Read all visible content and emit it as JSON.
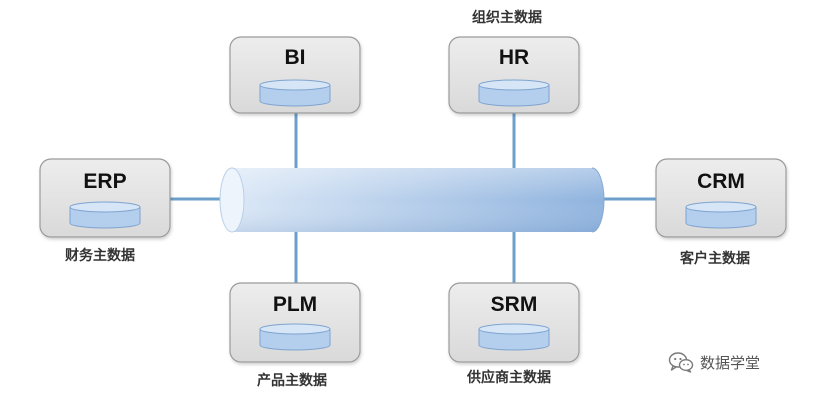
{
  "colors": {
    "connector": "#6c9fcb",
    "box_fill": "#e3e3e3",
    "box_border": "#9b9b9b",
    "bus_light": "#dce9f8",
    "bus_dark": "#8eb3df",
    "db_fill": "#b4cfee",
    "db_stroke": "#7ea3cf"
  },
  "systems": [
    {
      "id": "bi",
      "label": "BI",
      "caption": ""
    },
    {
      "id": "hr",
      "label": "HR",
      "caption": "组织主数据"
    },
    {
      "id": "erp",
      "label": "ERP",
      "caption": "财务主数据"
    },
    {
      "id": "crm",
      "label": "CRM",
      "caption": "客户主数据"
    },
    {
      "id": "plm",
      "label": "PLM",
      "caption": "产品主数据"
    },
    {
      "id": "srm",
      "label": "SRM",
      "caption": "供应商主数据"
    }
  ],
  "watermark": {
    "icon": "wechat-icon",
    "text": "数据学堂"
  }
}
